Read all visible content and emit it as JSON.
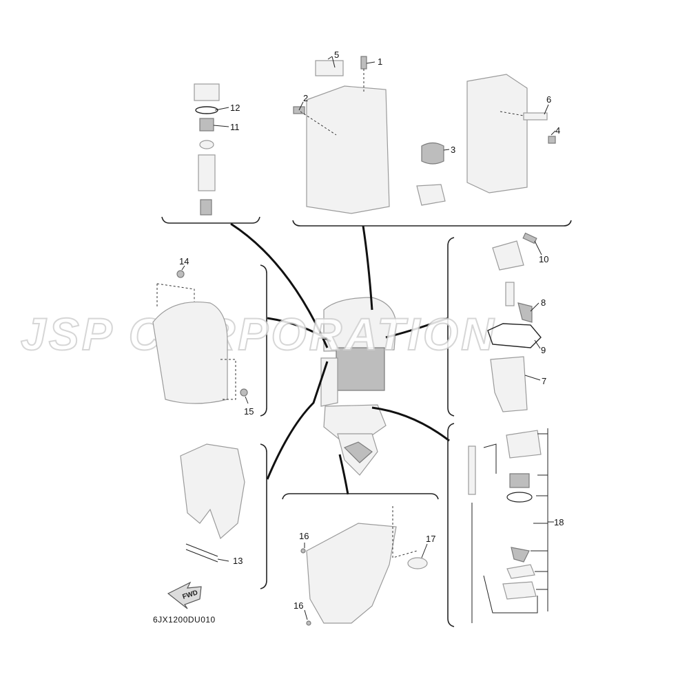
{
  "watermark": {
    "text": "JSP CORPORATION"
  },
  "diagram_code": "6JX1200DU010",
  "fwd_label": "FWD",
  "callouts": {
    "c1": "1",
    "c2": "2",
    "c3": "3",
    "c4": "4",
    "c5": "5",
    "c6": "6",
    "c7": "7",
    "c8": "8",
    "c9": "9",
    "c10": "10",
    "c11": "11",
    "c12": "12",
    "c13": "13",
    "c14": "14",
    "c15": "15",
    "c16a": "16",
    "c16b": "16",
    "c17": "17",
    "c18": "18"
  }
}
